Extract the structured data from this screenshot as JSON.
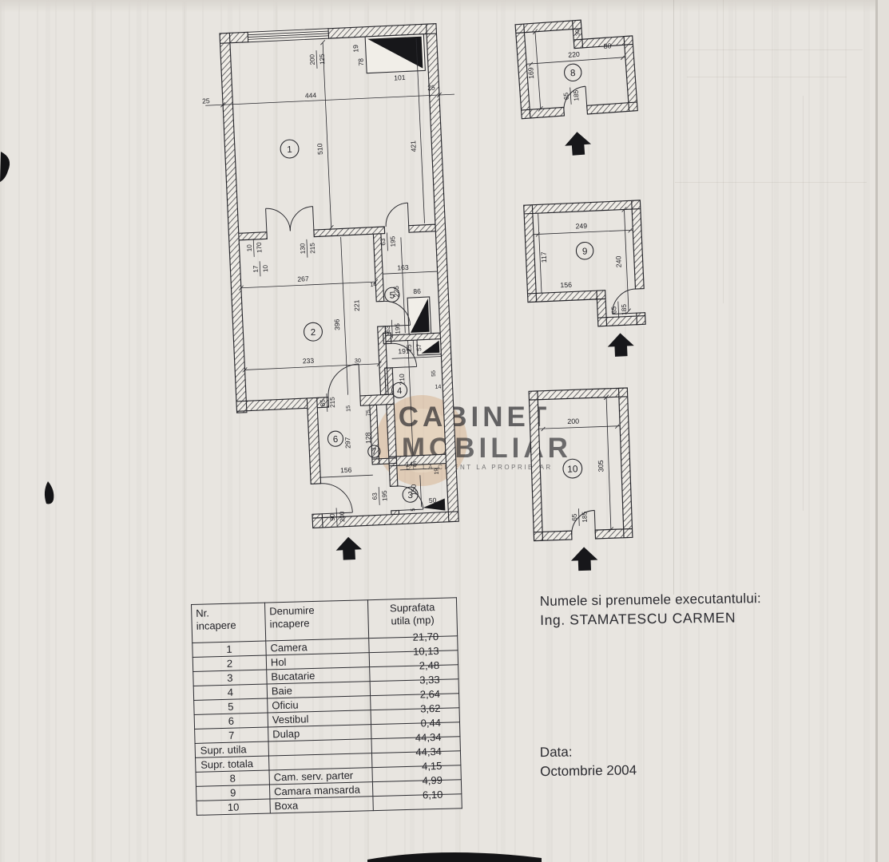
{
  "page": {
    "background": "#e8e5e0",
    "ink": "#26262b"
  },
  "watermark": {
    "line1": "CABINET",
    "line2": "IMOBILIAR",
    "tagline": "DE LA CLIENT LA PROPRIETAR",
    "logo_color": "#c98f57"
  },
  "executant": {
    "label": "Numele si prenumele executantului:",
    "name": "Ing. STAMATESCU CARMEN"
  },
  "date_block": {
    "label": "Data:",
    "value": "Octombrie 2004"
  },
  "area_table": {
    "headers": {
      "nr": "Nr.\nincapere",
      "name": "Denumire\nincapere",
      "area": "Suprafata\nutila (mp)"
    },
    "rows": [
      {
        "nr": "1",
        "name": "Camera",
        "area": "21,70"
      },
      {
        "nr": "2",
        "name": "Hol",
        "area": "10,13"
      },
      {
        "nr": "3",
        "name": "Bucatarie",
        "area": "2,48"
      },
      {
        "nr": "4",
        "name": "Baie",
        "area": "3,33"
      },
      {
        "nr": "5",
        "name": "Oficiu",
        "area": "2,64"
      },
      {
        "nr": "6",
        "name": "Vestibul",
        "area": "3,62"
      },
      {
        "nr": "7",
        "name": "Dulap",
        "area": "0,44"
      },
      {
        "nr": "Supr. utila",
        "name": "",
        "area": "44,34"
      },
      {
        "nr": "Supr. totala",
        "name": "",
        "area": "44,34"
      },
      {
        "nr": "8",
        "name": "Cam. serv. parter",
        "area": "4,15"
      },
      {
        "nr": "9",
        "name": "Camara mansarda",
        "area": "4,99"
      },
      {
        "nr": "10",
        "name": "Boxa",
        "area": "6,10"
      }
    ]
  },
  "plans": {
    "main": {
      "rooms": {
        "r1": "1",
        "r2": "2",
        "r3": "3",
        "r4": "4",
        "r5": "5",
        "r6": "6",
        "r7": "7"
      },
      "dims": {
        "ml": "25",
        "wt": "444",
        "mr": "25",
        "r1h": "510",
        "rrh": "421",
        "win_a": "200",
        "win_b": "125",
        "fl19": "19",
        "fl78": "78",
        "fl101": "101",
        "d1a": "130",
        "d1b": "215",
        "d2a": "63",
        "d2b": "195",
        "j10": "10",
        "j170": "170",
        "j17": "17",
        "j10b": "10",
        "r2w": "267",
        "r2h": "396",
        "r2w2": "233",
        "n221": "221",
        "g14": "14",
        "r5w": "163",
        "r5h": "225",
        "s86": "86",
        "d5a": "63",
        "d5b": "195",
        "r4w": "191",
        "s25": "25",
        "s57": "57",
        "r4h": "210",
        "g55": "55",
        "g14b": "14",
        "g30": "30",
        "d6a": "85",
        "d6b": "215",
        "g15": "15",
        "g75": "75",
        "r6h": "297",
        "r6w": "156",
        "r7h": "128",
        "r3w": "145",
        "g19": "19",
        "r3d": "150",
        "g50": "50",
        "g5": "5",
        "d3a": "63",
        "d3b": "195",
        "e90": "90",
        "e200": "200"
      }
    },
    "p8": {
      "room": "8",
      "dims": {
        "w": "220",
        "w2": "80",
        "notch": "30",
        "h": "169",
        "door_w": "65",
        "door_h": "185"
      }
    },
    "p9": {
      "room": "9",
      "dims": {
        "w": "249",
        "h_left": "117",
        "h_right": "240",
        "w2": "156",
        "door_w": "65",
        "door_h": "185"
      }
    },
    "p10": {
      "room": "10",
      "dims": {
        "w": "200",
        "h": "305",
        "door_w": "65",
        "door_h": "185"
      }
    }
  }
}
